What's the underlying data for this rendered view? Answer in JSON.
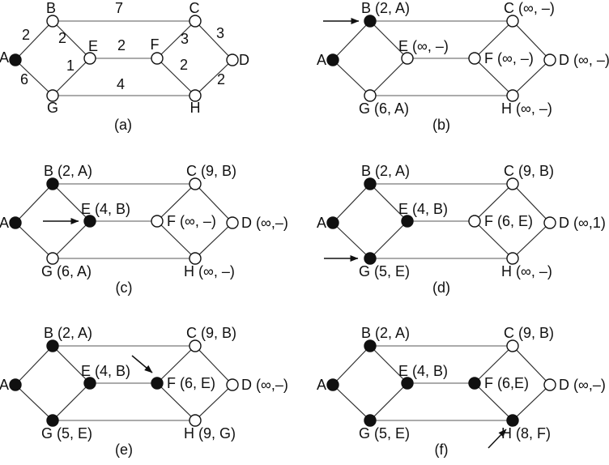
{
  "graphs": [
    {
      "id": "a",
      "caption": "(a)",
      "labels": {
        "A": "A",
        "B": "B",
        "C": "C",
        "D": "D",
        "E": "E",
        "F": "F",
        "G": "G",
        "H": "H"
      },
      "weights": {
        "AB": "2",
        "AG": "6",
        "BC": "7",
        "BE": "2",
        "EF": "2",
        "EG": "1",
        "CF": "3",
        "CD": "3",
        "FH": "2",
        "GH": "4",
        "HD": "2"
      },
      "filled": [
        "A"
      ]
    },
    {
      "id": "b",
      "caption": "(b)",
      "labels": {
        "A": "A",
        "B": "B (2, A)",
        "C": "C (∞, –)",
        "D": "D (∞, –)",
        "E": "E (∞, –)",
        "F": "F (∞, –)",
        "G": "G (6, A)",
        "H": "H (∞, –)"
      },
      "filled": [
        "A",
        "B"
      ],
      "arrow_points_at": "B"
    },
    {
      "id": "c",
      "caption": "(c)",
      "labels": {
        "A": "A",
        "B": "B (2, A)",
        "C": "C (9, B)",
        "D": "D (∞,–)",
        "E": "E (4, B)",
        "F": "F (∞, –)",
        "G": "G (6, A)",
        "H": "H (∞, –)"
      },
      "filled": [
        "A",
        "B",
        "E"
      ],
      "arrow_points_at": "E"
    },
    {
      "id": "d",
      "caption": "(d)",
      "labels": {
        "A": "A",
        "B": "B (2, A)",
        "C": "C (9, B)",
        "D": "D (∞,1)",
        "E": "E (4, B)",
        "F": "F (6, E)",
        "G": "G (5, E)",
        "H": "H (∞, –)"
      },
      "filled": [
        "A",
        "B",
        "E",
        "G"
      ],
      "arrow_points_at": "G"
    },
    {
      "id": "e",
      "caption": "(e)",
      "labels": {
        "A": "A",
        "B": "B (2, A)",
        "C": "C (9, B)",
        "D": "D (∞,–)",
        "E": "E (4, B)",
        "F": "F (6, E)",
        "G": "G (5, E)",
        "H": "H (9, G)"
      },
      "filled": [
        "A",
        "B",
        "E",
        "G",
        "F"
      ],
      "arrow_points_at": "F"
    },
    {
      "id": "f",
      "caption": "(f)",
      "labels": {
        "A": "A",
        "B": "B (2, A)",
        "C": "C (9, B)",
        "D": "D (∞,–)",
        "E": "E (4, B)",
        "F": "F (6,E)",
        "G": "G (5, E)",
        "H": "H (8, F)"
      },
      "filled": [
        "A",
        "B",
        "E",
        "G",
        "F",
        "H"
      ],
      "arrow_points_at": "H"
    }
  ]
}
